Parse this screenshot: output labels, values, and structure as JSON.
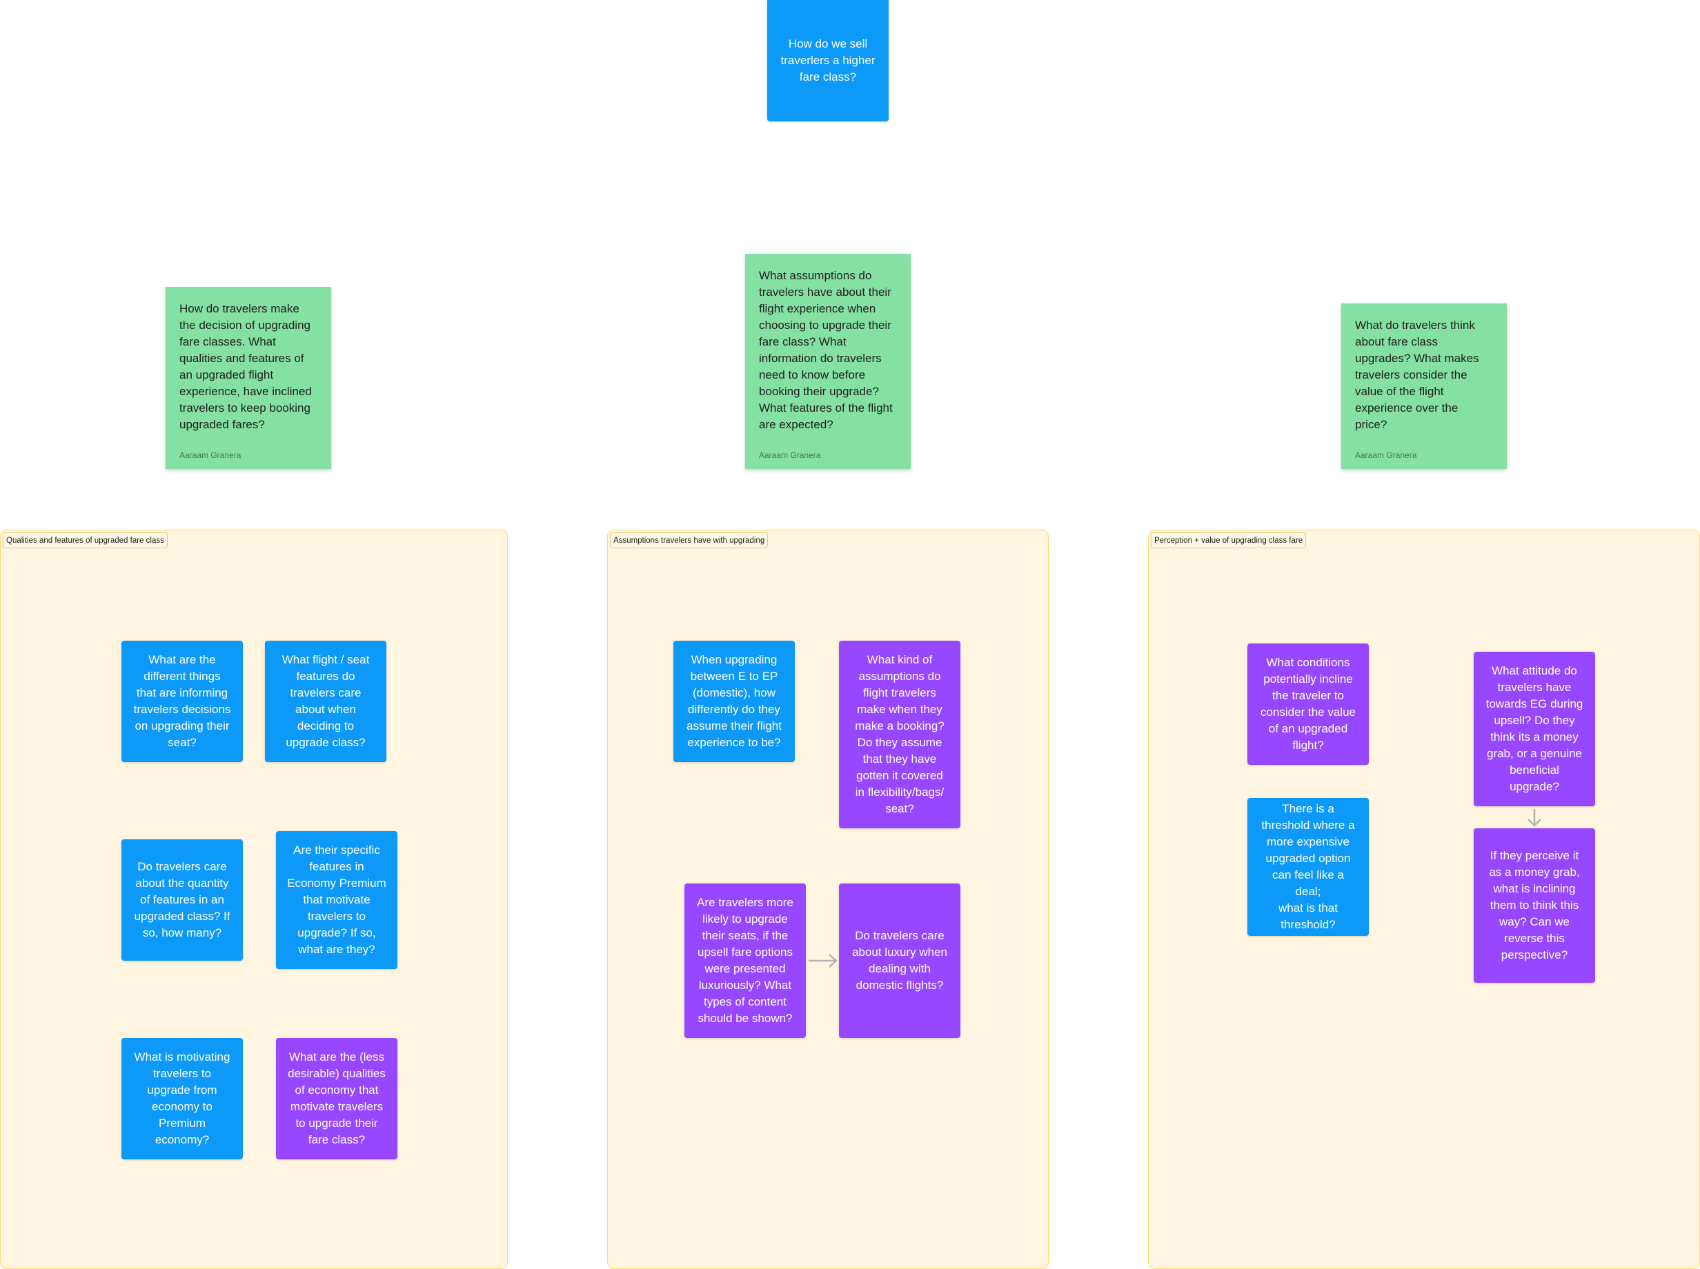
{
  "root_question": "How do we sell traverlers a higher fare class?",
  "green_notes": [
    {
      "text": "How do travelers make\nthe decision of upgrading\nfare classes. What\nqualities and features of\nan upgraded flight\nexperience, have inclined\ntravelers to keep booking\nupgraded fares?",
      "author": "Aaraam Granera"
    },
    {
      "text": "What assumptions do\ntravelers have about their\nflight experience when\nchoosing to upgrade their\nfare class? What\ninformation do travelers\nneed to know before\nbooking their upgrade?\nWhat features of the flight\nare expected?",
      "author": "Aaraam Granera"
    },
    {
      "text": "What do travelers think\nabout fare class\nupgrades? What makes\ntravelers consider the\nvalue of the flight\nexperience over the price?",
      "author": "Aaraam Granera"
    }
  ],
  "sections": [
    {
      "label": "Qualities and features of upgraded fare class",
      "notes": [
        "What are the\ndifferent things\nthat are informing\ntravelers decisions\non upgrading their\nseat?",
        "What flight  / seat\nfeatures do\ntravelers care\nabout when\ndeciding to\nupgrade class?",
        "Do travelers care\nabout the quantity\nof features in an\nupgraded class? If\nso, how many?",
        "Are their specific\nfeatures in\nEconomy Premium\nthat motivate\ntravelers to\nupgrade? If so,\nwhat are they?",
        "What is motivating\ntravelers to\nupgrade from\neconomy to\nPremium\neconomy?",
        "What are the (less\ndesirable) qualities\nof economy that\nmotivate travelers\nto upgrade their\nfare class?"
      ]
    },
    {
      "label": "Assumptions travelers have with upgrading",
      "notes": [
        "When upgrading\nbetween E to EP\n(domestic), how\ndifferently do they\nassume their flight\nexperience to be?",
        "What kind of\nassumptions do\nflight travelers\nmake when they\nmake a booking?\nDo they assume\nthat they have\ngotten it covered\nin flexibility/bags/\nseat?",
        "Are travelers more\nlikely to upgrade\ntheir seats, if the\nupsell fare options\nwere presented\nluxuriously? What\ntypes of content\nshould be shown?",
        "Do travelers  care\nabout luxury when\ndealing with\ndomestic flights?"
      ]
    },
    {
      "label": "Perception + value of upgrading class fare",
      "notes": [
        "What conditions\npotentially incline\nthe traveler to\nconsider the value\nof an upgraded\nflight?",
        "There is a\nthreshold where a\nmore expensive\nupgraded option\ncan feel like a deal;\nwhat is that\nthreshold?",
        "What attitude do\ntravelers have\ntowards EG during\nupsell? Do they\nthink its a money\ngrab, or a genuine\nbeneficial\nupgrade?",
        "If they perceive it\nas a money grab,\nwhat is inclining\nthem to think this\nway? Can we\nreverse this\nperspective?"
      ]
    }
  ],
  "colors": {
    "blue": "#0d99f7",
    "purple": "#9747ff",
    "green": "#85e0a3",
    "section_fill": "#fff5e0",
    "section_border": "#ffd966"
  }
}
